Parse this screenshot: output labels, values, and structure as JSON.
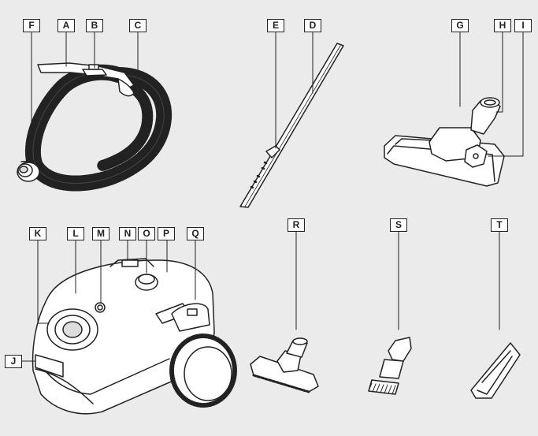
{
  "labels": {
    "A": "A",
    "B": "B",
    "C": "C",
    "D": "D",
    "E": "E",
    "F": "F",
    "G": "G",
    "H": "H",
    "I": "I",
    "J": "J",
    "K": "K",
    "L": "L",
    "M": "M",
    "N": "N",
    "O": "O",
    "P": "P",
    "Q": "Q",
    "R": "R",
    "S": "S",
    "T": "T"
  },
  "colors": {
    "background": "#ebebeb",
    "line": "#222222",
    "label_fill": "#ffffff"
  }
}
